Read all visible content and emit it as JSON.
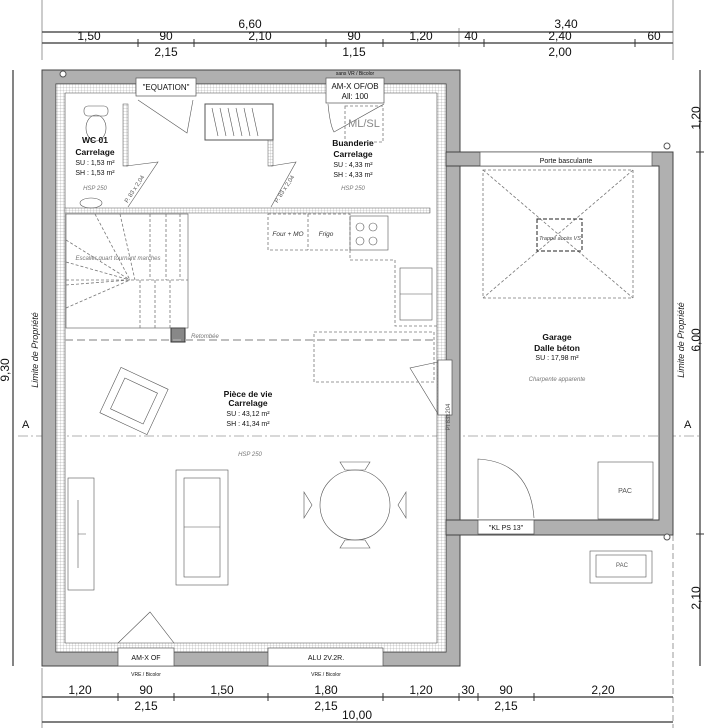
{
  "dimensions": {
    "top_overall": [
      "6,60",
      "3,40"
    ],
    "top_detail": [
      "1,50",
      "90",
      "2,10",
      "90",
      "1,20",
      "40",
      "2,40",
      "60"
    ],
    "top_sub": [
      "2,15",
      "1,15",
      "2,00"
    ],
    "bottom_detail": [
      "1,20",
      "90",
      "1,50",
      "1,80",
      "1,20",
      "30",
      "90",
      "2,20"
    ],
    "bottom_sub": [
      "2,15",
      "2,15",
      "2,15"
    ],
    "bottom_total": "10,00",
    "left_total": "9,30",
    "right": [
      "1,20",
      "6,00",
      "2,10"
    ]
  },
  "property_limit": "Limite de Propriété",
  "section_mark": "A",
  "openings": {
    "entry_door": "\"EQUATION\"",
    "laundry_window_note": "sans VR / Bicolor",
    "laundry_window": "AM-X OF/OB",
    "laundry_window_sub": "All:  100",
    "interior_door_1": "P. 83 x 2,04",
    "interior_door_2": "P. 83 x 2,04",
    "garage_door": "Porte basculante",
    "garage_service_door": "\"KL PS 13\"",
    "living_interior_door": "Pl 83x204",
    "bottom_window_1": "AM-X OF",
    "bottom_window_1_note": "VRE / Bicolor",
    "bottom_window_2": "ALU 2V.2R.",
    "bottom_window_2_note": "VRE / Bicolor"
  },
  "rooms": {
    "wc": {
      "name": "WC 01",
      "floor": "Carrelage",
      "su": "SU : 1,53 m²",
      "sh": "SH : 1,53 m²",
      "hsp": "HSP 250"
    },
    "laundry": {
      "name": "Buanderie",
      "floor": "Carrelage",
      "su": "SU : 4,33 m²",
      "sh": "SH : 4,33 m²",
      "hsp": "HSP 250",
      "appliance": "ML/SL"
    },
    "living": {
      "name": "Pièce de vie",
      "floor": "Carrelage",
      "su": "SU : 43,12 m²",
      "sh": "SH : 41,34 m²",
      "hsp": "HSP 250"
    },
    "garage": {
      "name": "Garage",
      "floor": "Dalle béton",
      "su": "SU : 17,98 m²",
      "note": "Charpente apparente",
      "hatch": "Trappe accès VS"
    }
  },
  "kitchen": {
    "oven": "Four + MO",
    "fridge": "Frigo"
  },
  "stairs_note": "Escalier quart tournant marches",
  "beam_note": "Retombée",
  "equipment": {
    "pac_inside": "PAC",
    "pac_outside": "PAC"
  }
}
